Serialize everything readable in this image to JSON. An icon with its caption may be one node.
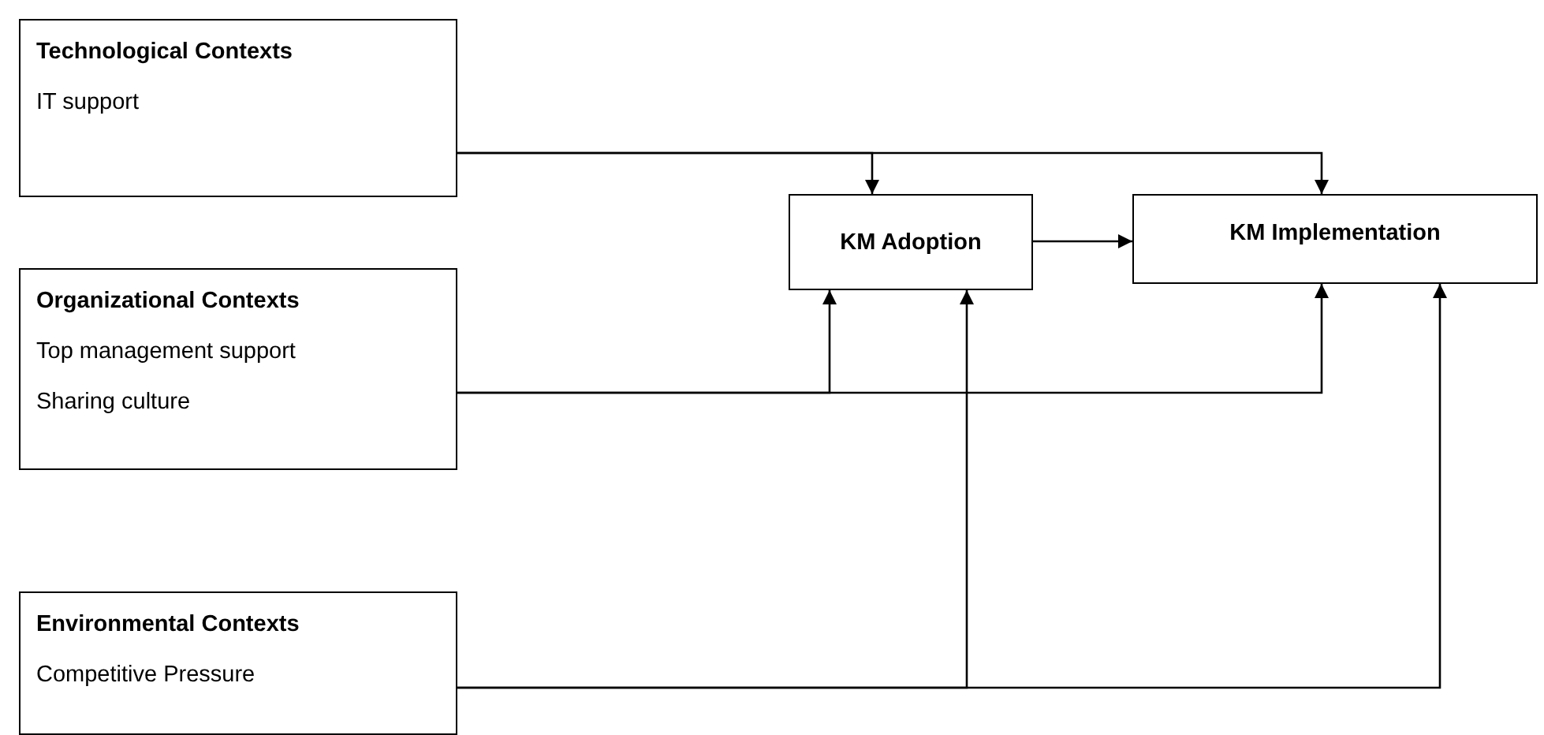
{
  "diagram": {
    "nodes": [
      {
        "text": [
          "Technological Contexts",
          "IT support"
        ]
      },
      {
        "text": [
          "Organizational Contexts",
          "Top management support",
          "Sharing culture"
        ]
      },
      {
        "text": [
          "Environmental Contexts",
          "Competitive Pressure"
        ]
      },
      {
        "text": [
          "KM Adoption"
        ]
      },
      {
        "text": [
          "KM Implementation"
        ]
      }
    ],
    "edges": [
      {
        "from": 0,
        "to": 3,
        "arrow": "to"
      },
      {
        "from": 0,
        "to": 4,
        "arrow": "to"
      },
      {
        "from": 3,
        "to": 4,
        "arrow": "to"
      },
      {
        "from": 1,
        "to": 3,
        "arrow": "to"
      },
      {
        "from": 1,
        "to": 4,
        "arrow": "to"
      },
      {
        "from": 2,
        "to": 3,
        "arrow": "to"
      },
      {
        "from": 2,
        "to": 4,
        "arrow": "to"
      }
    ]
  }
}
